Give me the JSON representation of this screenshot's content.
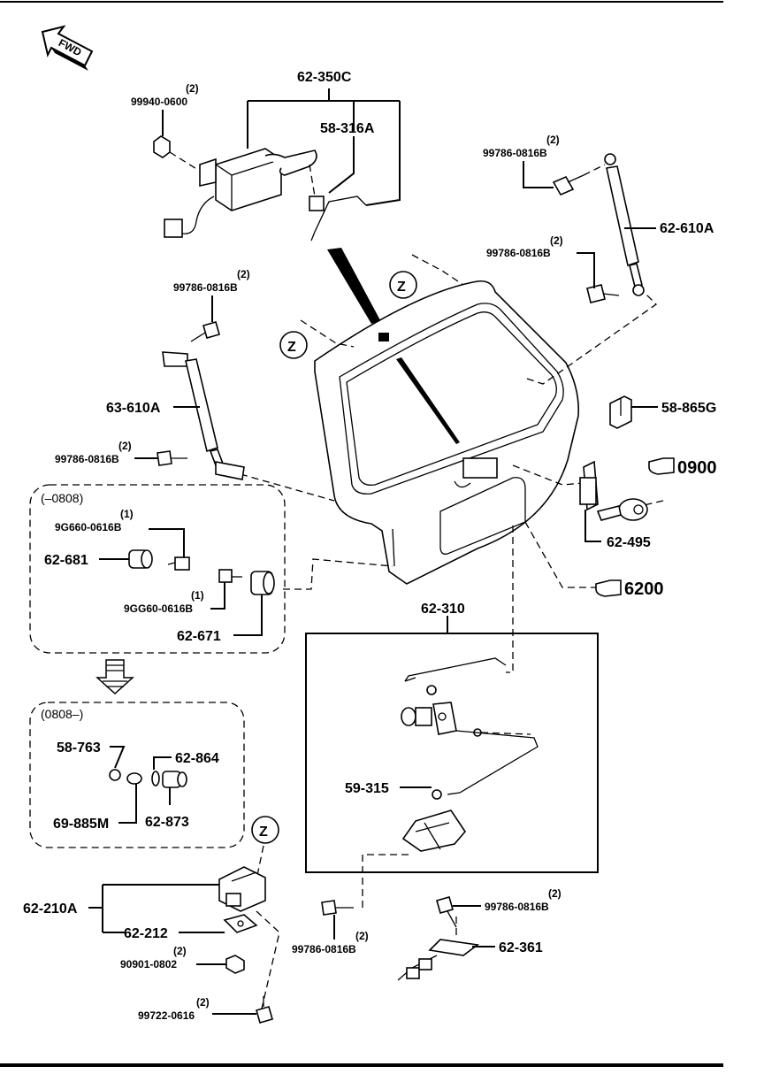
{
  "fwd_label": "FWD",
  "labels": {
    "l_62_350C": "62-350C",
    "l_58_316A": "58-316A",
    "l_99940_qty": "(2)",
    "l_99940": "99940-0600",
    "l_99786_tr_qty": "(2)",
    "l_99786_tr": "99786-0816B",
    "l_62_610A": "62-610A",
    "l_99786_r2_qty": "(2)",
    "l_99786_r2": "99786-0816B",
    "l_99786_l1_qty": "(2)",
    "l_99786_l1": "99786-0816B",
    "l_63_610A": "63-610A",
    "l_99786_l2_qty": "(2)",
    "l_99786_l2": "99786-0816B",
    "l_58_865G": "58-865G",
    "l_0900": "0900",
    "l_62_495": "62-495",
    "l_6200": "6200",
    "l_z1": "Z",
    "l_z2": "Z",
    "l_z3": "Z",
    "l_range1": "(–0808)",
    "l_9G660_qty": "(1)",
    "l_9G660": "9G660-0616B",
    "l_62_681": "62-681",
    "l_9GG60_qty": "(1)",
    "l_9GG60": "9GG60-0616B",
    "l_62_671": "62-671",
    "l_62_310": "62-310",
    "l_range2": "(0808–)",
    "l_58_763": "58-763",
    "l_62_864": "62-864",
    "l_69_885M": "69-885M",
    "l_62_873": "62-873",
    "l_59_315": "59-315",
    "l_62_210A": "62-210A",
    "l_62_212": "62-212",
    "l_90901_qty": "(2)",
    "l_90901": "90901-0802",
    "l_99722_qty": "(2)",
    "l_99722": "99722-0616",
    "l_99786_b1_qty": "(2)",
    "l_99786_b1": "99786-0816B",
    "l_99786_b2_qty": "(2)",
    "l_99786_b2": "99786-0816B",
    "l_62_361": "62-361"
  }
}
